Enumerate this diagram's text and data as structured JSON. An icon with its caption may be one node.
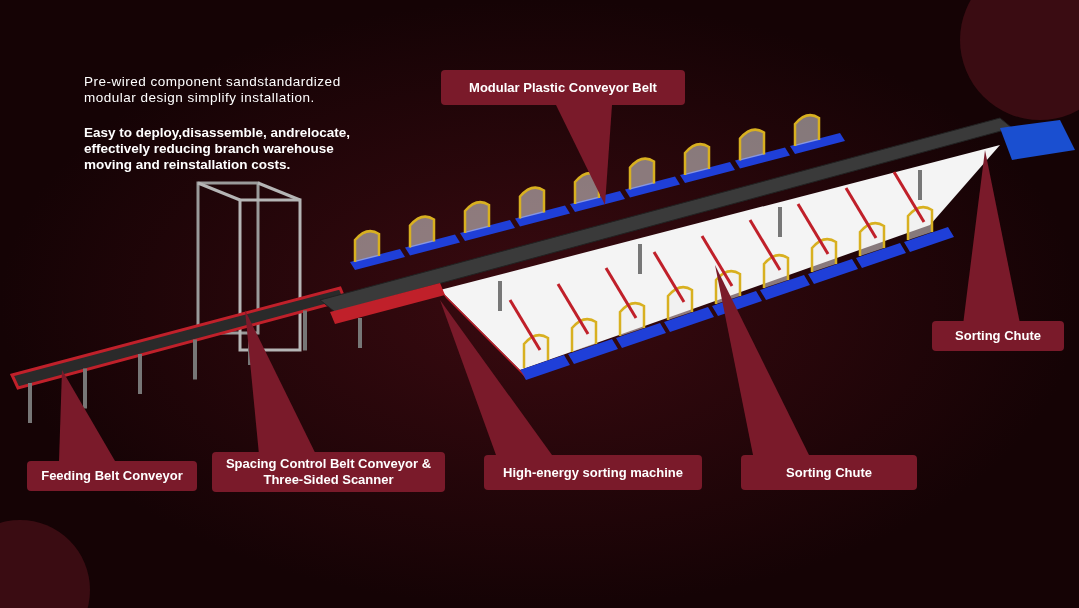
{
  "diagram": {
    "nodes": [
      {
        "text": [
          "Modular Plastic Conveyor Belt"
        ]
      },
      {
        "text": [
          "Sorting Chute"
        ]
      },
      {
        "text": [
          "Feeding Belt Conveyor"
        ]
      },
      {
        "text": [
          "Spacing Control Belt Conveyor & Three-Sided Scanner"
        ]
      },
      {
        "text": [
          "High-energy sorting machine"
        ]
      },
      {
        "text": [
          "Sorting Chute"
        ]
      }
    ],
    "edges": [
      {
        "from": 0,
        "to": null,
        "arrow": "to"
      },
      {
        "from": 1,
        "to": null,
        "arrow": "to"
      },
      {
        "from": 2,
        "to": null,
        "arrow": "to"
      },
      {
        "from": 3,
        "to": null,
        "arrow": "to"
      },
      {
        "from": 4,
        "to": null,
        "arrow": "to"
      },
      {
        "from": 5,
        "to": null,
        "arrow": "to"
      }
    ],
    "labels": [
      "Pre-wired component sandstandardized modular design simplify installation.",
      "Easy to deploy,disassemble, andrelocate, effectively reducing branch warehouse moving and reinstallation costs."
    ]
  }
}
